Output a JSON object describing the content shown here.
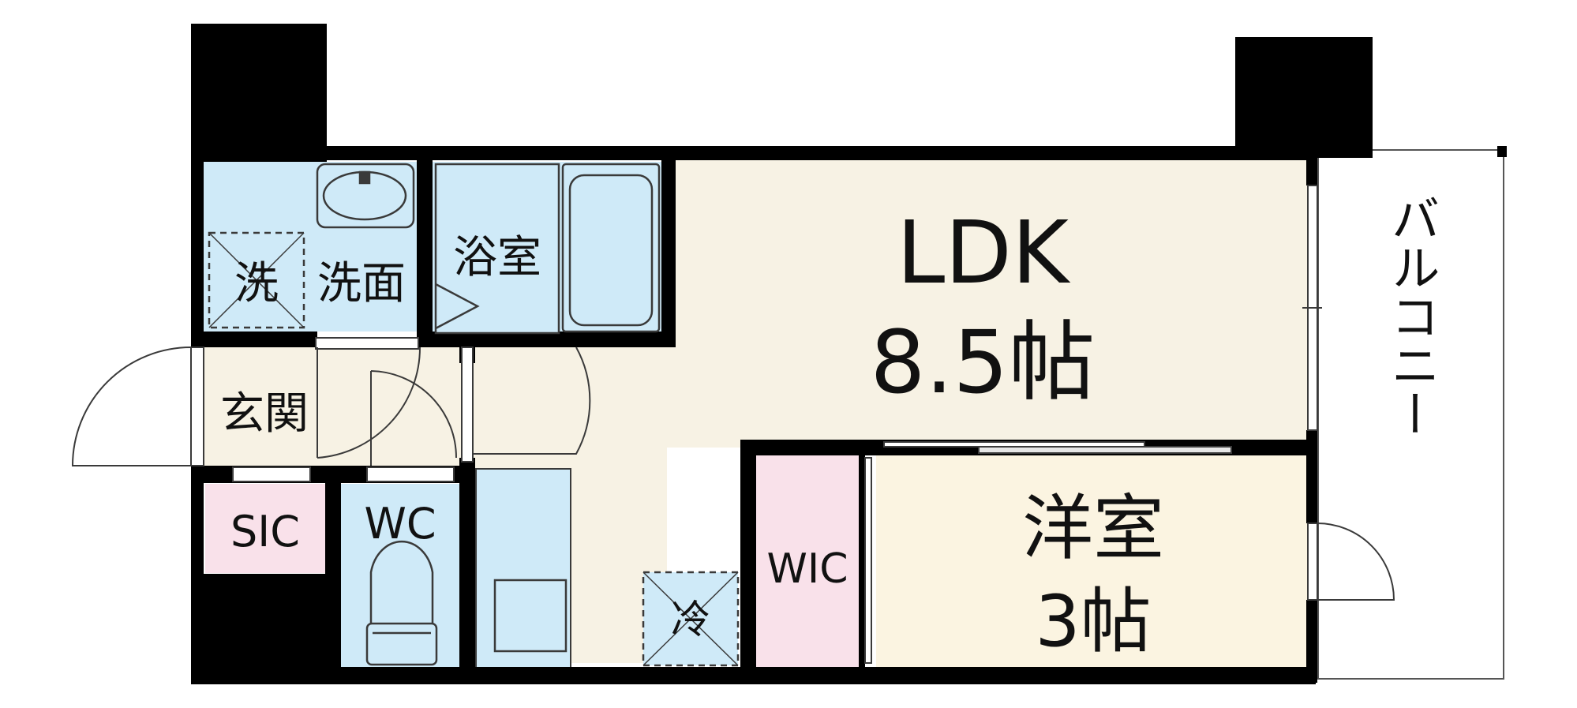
{
  "rooms": {
    "ldk": {
      "name": "LDK",
      "size": "8.5帖"
    },
    "western": {
      "name": "洋室",
      "size": "3帖"
    },
    "bath": {
      "name": "浴室"
    },
    "washroom": {
      "name": "洗面"
    },
    "washer": {
      "name": "洗"
    },
    "entrance": {
      "name": "玄関"
    },
    "sic": {
      "name": "SIC"
    },
    "wc": {
      "name": "WC"
    },
    "wic": {
      "name": "WIC"
    },
    "fridge": {
      "name": "冷"
    },
    "balcony": {
      "name": "バルコニー"
    }
  },
  "colors": {
    "wall": "#000000",
    "floor_wood": "#f7f2e4",
    "wet_area": "#cfeaf8",
    "closet": "#f9e1ea",
    "outline": "#3a3a3a"
  }
}
